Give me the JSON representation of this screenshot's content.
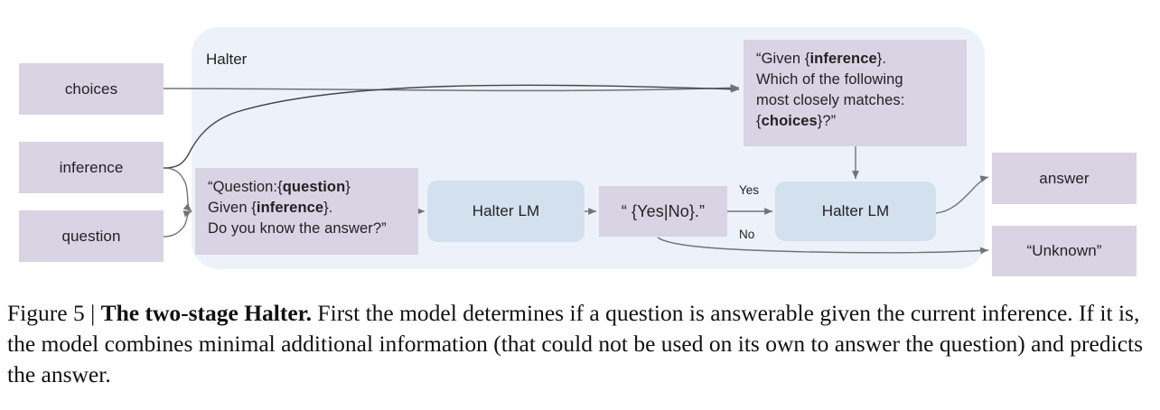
{
  "figure": {
    "container_label": "Halter",
    "caption_prefix": "Figure 5 | ",
    "caption_bold": "The two-stage Halter.",
    "caption_body": " First the model determines if a question is answerable given the current inference. If it is, the model combines minimal additional information (that could not be used on its own to answer the question) and predicts the answer."
  },
  "colors": {
    "data_box": "#d9d3e4",
    "model_box": "#d3e0ee",
    "container": "#edf2fa",
    "edge": "#6f7479",
    "text": "#222222"
  },
  "nodes": {
    "choices": {
      "label": "choices",
      "type": "input"
    },
    "inference": {
      "label": "inference",
      "type": "input"
    },
    "question": {
      "label": "question",
      "type": "input"
    },
    "prompt_stage1": {
      "line1_a": "“Question:{",
      "line1_b": "question",
      "line1_c": "}",
      "line2_a": "Given {",
      "line2_b": "inference",
      "line2_c": "}.",
      "line3": "Do you know the answer?”"
    },
    "prompt_stage2": {
      "line1_a": "“Given {",
      "line1_b": "inference",
      "line1_c": "}.",
      "line2": "Which of the following",
      "line3": "most closely matches:",
      "line4_a": "{",
      "line4_b": "choices",
      "line4_c": "}?”"
    },
    "halter_lm_1": {
      "label": "Halter LM",
      "type": "model"
    },
    "yes_no": {
      "label": "“ {Yes|No}.”",
      "type": "intermediate"
    },
    "halter_lm_2": {
      "label": "Halter LM",
      "type": "model"
    },
    "answer": {
      "label": "answer",
      "type": "output"
    },
    "unknown": {
      "label": "“Unknown”",
      "type": "output"
    }
  },
  "edges": {
    "yes_label": "Yes",
    "no_label": "No"
  }
}
